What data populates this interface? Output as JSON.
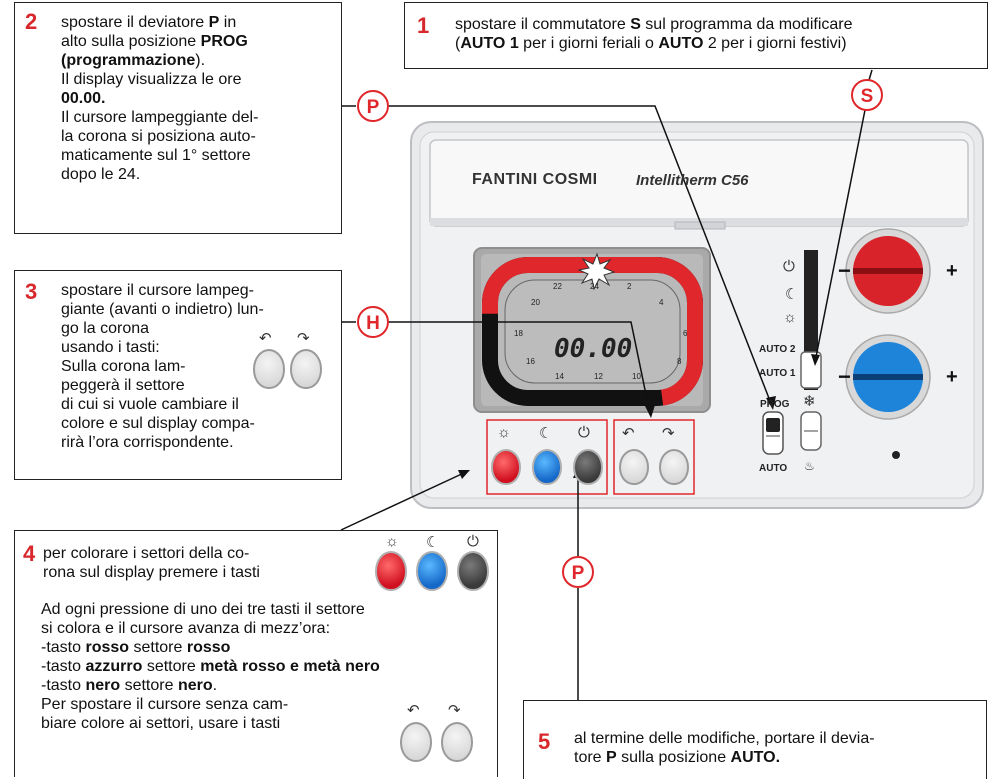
{
  "box1": {
    "number": "1",
    "lines": [
      [
        {
          "t": "spostare il commutatore "
        },
        {
          "b": "S"
        },
        {
          "t": " sul programma da modificare"
        }
      ],
      [
        {
          "t": "("
        },
        {
          "b": "AUTO 1"
        },
        {
          "t": " per i giorni feriali o "
        },
        {
          "b": "AUTO"
        },
        {
          "t": " 2 per i giorni festivi)"
        }
      ]
    ]
  },
  "box2": {
    "number": "2",
    "lines": [
      [
        {
          "t": "spostare  il deviatore "
        },
        {
          "b": "P"
        },
        {
          "t": " in"
        }
      ],
      [
        {
          "t": "alto sulla posizione "
        },
        {
          "b": "PROG"
        }
      ],
      [
        {
          "b": "(programmazione"
        },
        {
          "t": ")."
        }
      ],
      [
        {
          "t": "Il display  visualizza le ore"
        }
      ],
      [
        {
          "b": "00.00."
        }
      ],
      [
        {
          "t": "Il cursore lampeggiante del-"
        }
      ],
      [
        {
          "t": "la corona si posiziona auto-"
        }
      ],
      [
        {
          "t": "maticamente sul 1° settore"
        }
      ],
      [
        {
          "t": "dopo le 24."
        }
      ]
    ]
  },
  "box3": {
    "number": "3",
    "lines": [
      [
        {
          "t": "spostare il cursore lampeg-"
        }
      ],
      [
        {
          "t": "giante (avanti o indietro) lun-"
        }
      ],
      [
        {
          "t": "go la corona"
        }
      ],
      [
        {
          "t": "usando i tasti:"
        }
      ],
      [
        {
          "t": "Sulla corona lam-"
        }
      ],
      [
        {
          "t": "peggerà il settore"
        }
      ],
      [
        {
          "t": "di cui si vuole cambiare il"
        }
      ],
      [
        {
          "t": "colore e sul display compa-"
        }
      ],
      [
        {
          "t": "rirà l’ora corrispondente."
        }
      ]
    ]
  },
  "box4": {
    "number": "4",
    "lines_top": [
      [
        {
          "t": "per  colorare  i settori della co-"
        }
      ],
      [
        {
          "t": "rona sul display premere i tasti"
        }
      ]
    ],
    "lines": [
      [
        {
          "t": "Ad ogni pressione di uno dei tre tasti  il settore"
        }
      ],
      [
        {
          "t": "si colora e il cursore avanza di mezz’ora:"
        }
      ],
      [
        {
          "t": "-tasto "
        },
        {
          "b": "rosso"
        },
        {
          "t": " settore "
        },
        {
          "b": "rosso"
        }
      ],
      [
        {
          "t": "-tasto "
        },
        {
          "b": "azzurro"
        },
        {
          "t": " settore "
        },
        {
          "b": "metà rosso e metà nero"
        }
      ],
      [
        {
          "t": "-tasto "
        },
        {
          "b": "nero"
        },
        {
          "t": " settore "
        },
        {
          "b": "nero"
        },
        {
          "t": "."
        }
      ],
      [
        {
          "t": "Per spostare il cursore senza cam-"
        }
      ],
      [
        {
          "t": "biare colore ai settori, usare i tasti"
        }
      ]
    ]
  },
  "box5": {
    "number": "5",
    "lines": [
      [
        {
          "t": "al termine delle modifiche, portare il devia-"
        }
      ],
      [
        {
          "t": "tore "
        },
        {
          "b": "P"
        },
        {
          "t": " sulla posizione "
        },
        {
          "b": "AUTO."
        }
      ]
    ]
  },
  "markers": {
    "p_top": "P",
    "s": "S",
    "h": "H",
    "p_bottom": "P"
  },
  "device": {
    "brand": "FANTINI COSMI",
    "model": "Intellitherm C56",
    "display_time": "00.00",
    "hour_labels": [
      "22",
      "24",
      "2",
      "20",
      "4",
      "18",
      "6",
      "16",
      "8",
      "14",
      "12",
      "10"
    ],
    "label_auto2": "AUTO 2",
    "label_auto1": "AUTO 1",
    "label_prog": "PROG",
    "label_auto": "AUTO",
    "minus": "−",
    "plus": "+"
  },
  "icons": {
    "sun": "☼",
    "moon": "☾",
    "off": "⏻",
    "back": "↶",
    "fwd": "↷",
    "snow": "❄",
    "flame": "♨"
  },
  "colors": {
    "accent_red": "#e0272b",
    "btn_red": "#d01020",
    "btn_blue": "#1568c8",
    "btn_black": "#3a3a3a",
    "display_bg": "#b9b9b9"
  }
}
